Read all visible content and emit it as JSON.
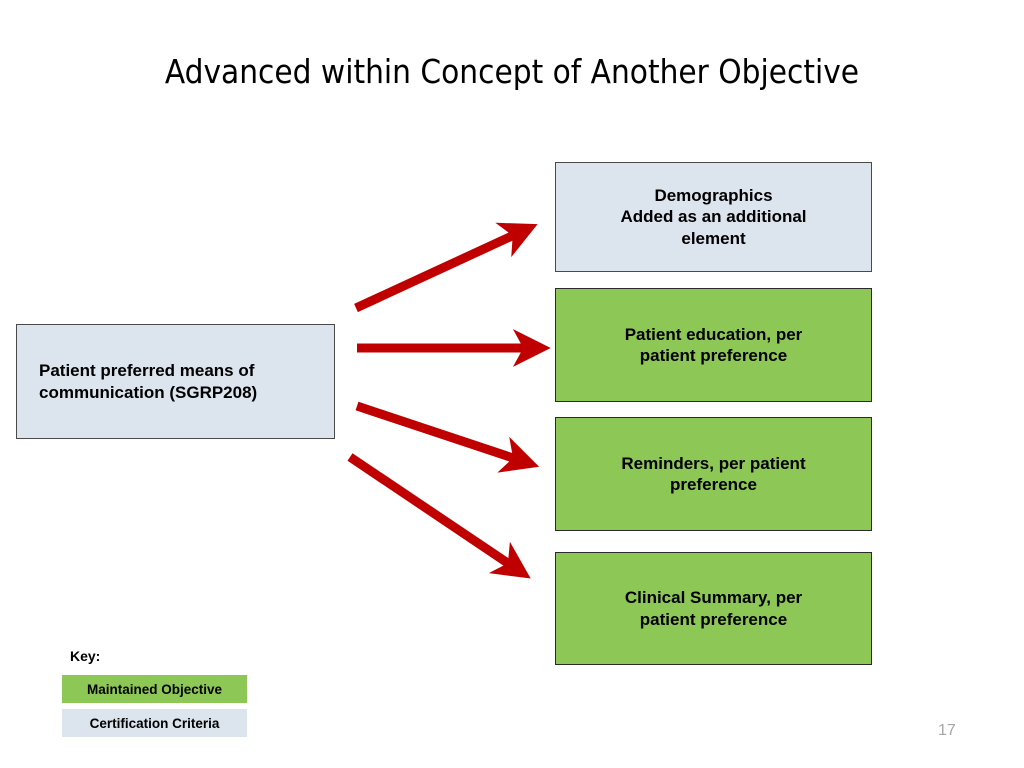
{
  "slide": {
    "title": "Advanced within Concept of Another Objective",
    "page_number": "17"
  },
  "colors": {
    "maintained_objective": "#8dc756",
    "certification_criteria": "#dce4ee",
    "arrow": "#c00000",
    "box_border": "#4a4a4a",
    "page_number": "#a6a6a6",
    "text": "#000000"
  },
  "nodes": {
    "source": {
      "label": "Patient preferred means of\ncommunication (SGRP208)",
      "type": "Certification Criteria"
    },
    "targets": [
      {
        "id": "demographics",
        "label": "Demographics\nAdded as an additional\nelement",
        "type": "Certification Criteria"
      },
      {
        "id": "education",
        "label": "Patient education, per\npatient preference",
        "type": "Maintained Objective"
      },
      {
        "id": "reminders",
        "label": "Reminders, per patient\npreference",
        "type": "Maintained Objective"
      },
      {
        "id": "clinical",
        "label": "Clinical Summary, per\npatient preference",
        "type": "Maintained Objective"
      }
    ]
  },
  "connectors": [
    {
      "id": "arrow-to-demographics",
      "from": "source",
      "to": "demographics",
      "style": "solid-arrow"
    },
    {
      "id": "arrow-to-education",
      "from": "source",
      "to": "education",
      "style": "solid-arrow"
    },
    {
      "id": "arrow-to-reminders",
      "from": "source",
      "to": "reminders",
      "style": "solid-arrow"
    },
    {
      "id": "arrow-to-clinical",
      "from": "source",
      "to": "clinical",
      "style": "solid-arrow"
    }
  ],
  "key": {
    "title": "Key:",
    "items": [
      {
        "label": "Maintained Objective",
        "color": "#8dc756"
      },
      {
        "label": "Certification Criteria",
        "color": "#dce4ee"
      }
    ]
  }
}
